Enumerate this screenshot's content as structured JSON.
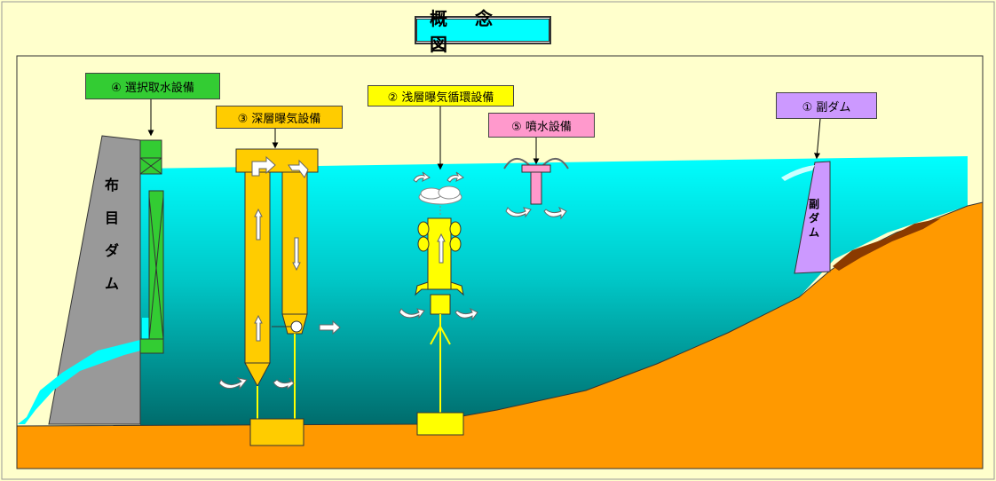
{
  "title": "概 念 図",
  "labels": {
    "selective_intake": "④ 選択取水設備",
    "deep_aeration": "③ 深層曝気設備",
    "shallow_aeration": "② 浅層曝気循環設備",
    "fountain": "⑤ 噴水設備",
    "sub_dam": "① 副ダム"
  },
  "main_dam_chars": [
    "布",
    "目",
    "ダ",
    "ム"
  ],
  "sub_dam_chars": [
    "副",
    "ダ",
    "ム"
  ],
  "colors": {
    "background": "#ffffcc",
    "water_top": "#00ffff",
    "water_bottom": "#007070",
    "ground": "#ff9900",
    "dam": "#999999",
    "equipment": "#ffcc00",
    "intake": "#33cc33",
    "fountain_box": "#ff99cc",
    "sub_dam_box": "#cc99ff",
    "shallow_box": "#ffff00"
  }
}
